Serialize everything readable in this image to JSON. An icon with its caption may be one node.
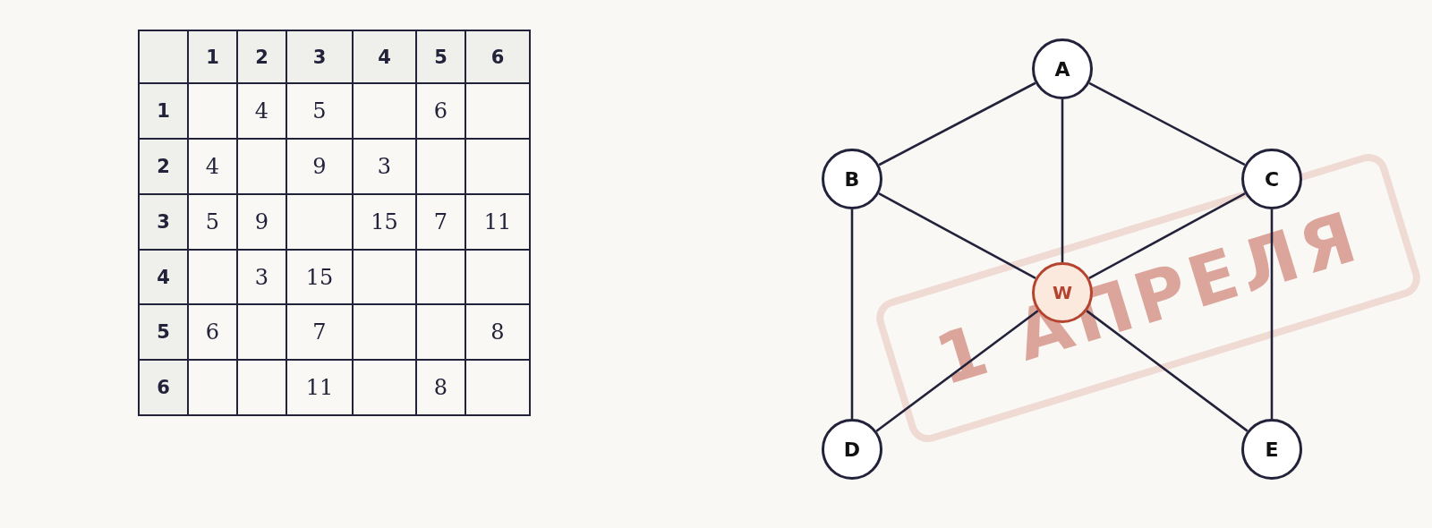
{
  "diagram": {
    "nodes": [
      {
        "text": [
          "A"
        ]
      },
      {
        "text": [
          "B"
        ]
      },
      {
        "text": [
          "C"
        ]
      },
      {
        "text": [
          "W"
        ]
      },
      {
        "text": [
          "D"
        ]
      },
      {
        "text": [
          "E"
        ]
      }
    ],
    "edges": [
      {
        "from": 0,
        "to": 1,
        "arrow": "none"
      },
      {
        "from": 0,
        "to": 2,
        "arrow": "none"
      },
      {
        "from": 0,
        "to": 3,
        "arrow": "none"
      },
      {
        "from": 1,
        "to": 3,
        "arrow": "none"
      },
      {
        "from": 2,
        "to": 3,
        "arrow": "none"
      },
      {
        "from": 1,
        "to": 4,
        "arrow": "none"
      },
      {
        "from": 2,
        "to": 5,
        "arrow": "none"
      },
      {
        "from": 3,
        "to": 4,
        "arrow": "none"
      },
      {
        "from": 3,
        "to": 5,
        "arrow": "none"
      }
    ],
    "labels": [
      "1",
      "2",
      "3",
      "4",
      "5",
      "6",
      "1",
      "4",
      "5",
      "6",
      "2",
      "4",
      "9",
      "3",
      "3",
      "5",
      "9",
      "15",
      "7",
      "11",
      "4",
      "3",
      "15",
      "5",
      "6",
      "7",
      "8",
      "6",
      "11",
      "8",
      "1 АПРЕЛЯ"
    ]
  }
}
